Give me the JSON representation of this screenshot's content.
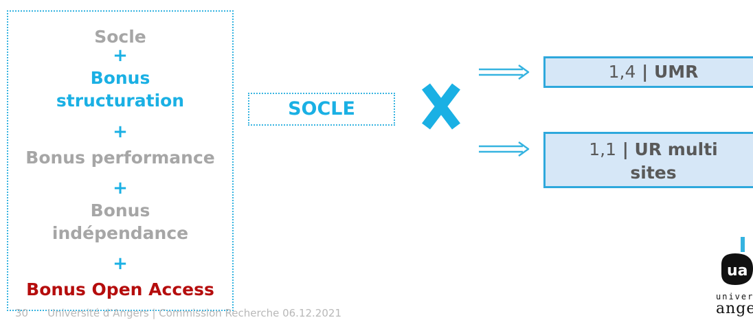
{
  "stack": {
    "line1": "Socle",
    "plus": "+",
    "line2a": "Bonus",
    "line2b": "structuration",
    "line3": "Bonus performance",
    "line4a": "Bonus",
    "line4b": "indépendance",
    "line5": "Bonus Open Access"
  },
  "center_label": "SOCLE",
  "results": [
    {
      "factor": "1,4",
      "sep": " | ",
      "label": "UMR"
    },
    {
      "factor": "1,1",
      "sep": " | ",
      "label_line1": "UR multi",
      "label_line2": "sites"
    }
  ],
  "logo": {
    "line1": "universi",
    "line2": "anger"
  },
  "footer": {
    "page": "30",
    "text": "Université d’Angers | Commission Recherche 06.12.2021"
  },
  "colors": {
    "accent_blue": "#1ab0e4",
    "grey": "#a6a6a6",
    "red": "#b50d0d",
    "box_fill": "#d6e7f7"
  }
}
